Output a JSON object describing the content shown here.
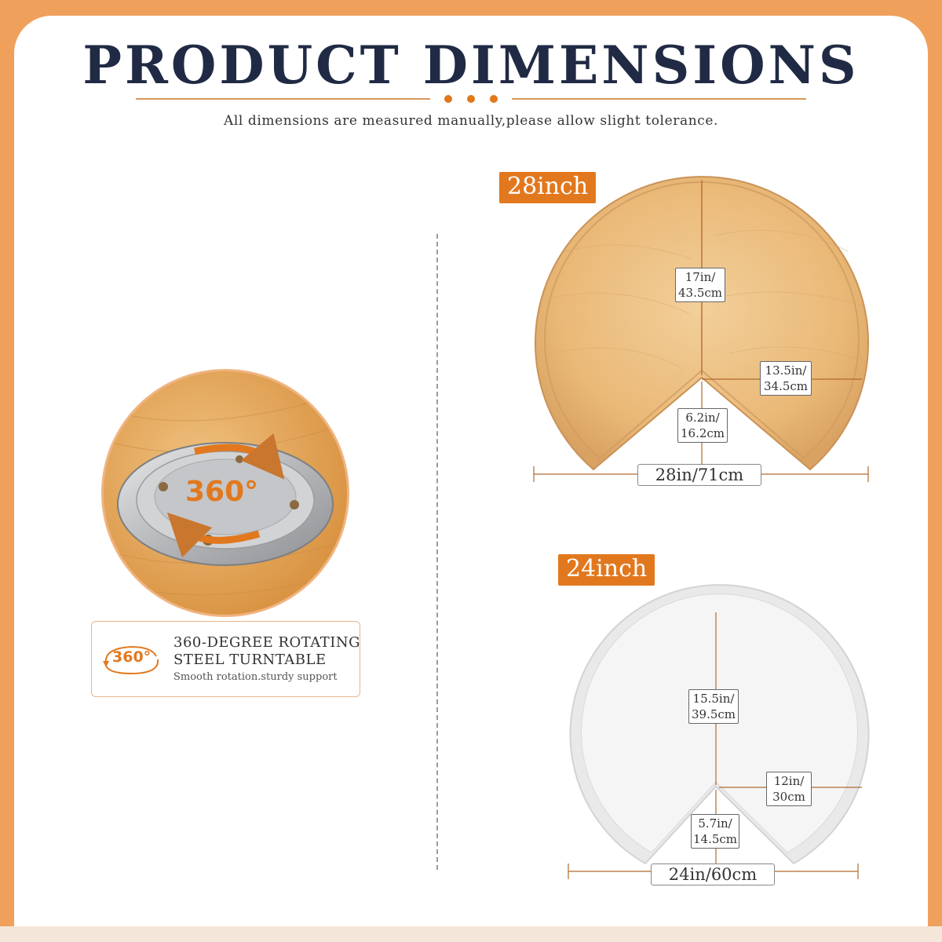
{
  "header": {
    "title": "PRODUCT DIMENSIONS",
    "subtitle": "All dimensions are measured manually,please allow slight tolerance."
  },
  "colors": {
    "accent": "#e2781e",
    "navy": "#202a44",
    "background": "#efa15c"
  },
  "feature": {
    "icon_name": "rotate-360-icon",
    "icon_text": "360°",
    "turntable_text": "360°",
    "title": "360-DEGREE ROTATING\nSTEEL TURNTABLE",
    "description": "Smooth rotation.sturdy support"
  },
  "products": [
    {
      "badge": "28inch",
      "height_label": "17in/\n43.5cm",
      "side_label": "13.5in/\n34.5cm",
      "notch_label": "6.2in/\n16.2cm",
      "width_label": "28in/71cm"
    },
    {
      "badge": "24inch",
      "height_label": "15.5in/\n39.5cm",
      "side_label": "12in/\n30cm",
      "notch_label": "5.7in/\n14.5cm",
      "width_label": "24in/60cm"
    }
  ]
}
